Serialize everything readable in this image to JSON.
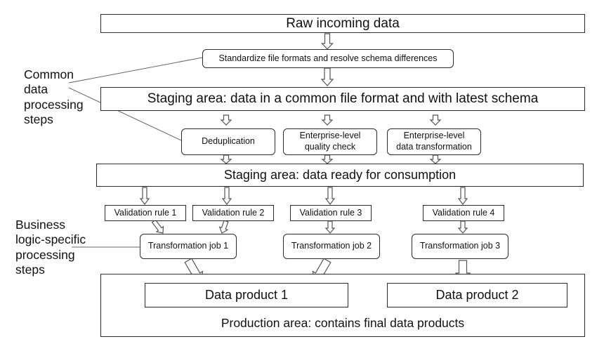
{
  "raw_data": "Raw incoming data",
  "standardize": "Standardize file formats and resolve schema differences",
  "staging_common": "Staging area: data in a common file format and with latest schema",
  "dedup": "Deduplication",
  "quality_check": "Enterprise-level\nquality check",
  "data_transformation": "Enterprise-level\ndata transformation",
  "staging_ready": "Staging area: data ready for consumption",
  "validation_rules": [
    "Validation rule 1",
    "Validation rule 2",
    "Validation rule 3",
    "Validation rule 4"
  ],
  "transformation_jobs": [
    "Transformation job 1",
    "Transformation job 2",
    "Transformation job 3"
  ],
  "data_products": [
    "Data product 1",
    "Data product 2"
  ],
  "production_area": "Production area: contains final data products",
  "side_labels": {
    "common": "Common\ndata\nprocessing\nsteps",
    "business": "Business\nlogic-specific\nprocessing\nsteps"
  }
}
